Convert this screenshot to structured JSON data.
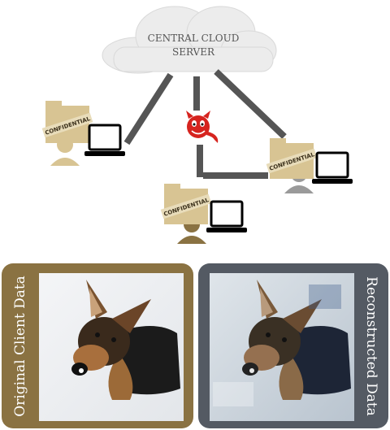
{
  "server": {
    "label_line1": "CENTRAL CLOUD",
    "label_line2": "SERVER"
  },
  "clients": {
    "stamp_text": "CONFIDENTIAL"
  },
  "panels": {
    "left_label": "Original Client Data",
    "right_label": "Reconstructed Data"
  },
  "colors": {
    "cloud": "#ececec",
    "connector": "#555555",
    "attacker": "#d6241f",
    "folder": "#d8c493",
    "left_panel": "#8a7242",
    "right_panel": "#545a63"
  },
  "icons": [
    "cloud-icon",
    "attacker-devil-icon",
    "laptop-icon",
    "folder-icon",
    "user-silhouette-icon",
    "dog-photo"
  ]
}
